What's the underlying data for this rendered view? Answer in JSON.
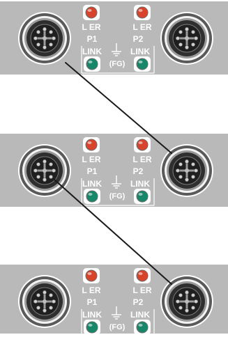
{
  "colors": {
    "panel": "#b9b9b9",
    "led_red": "#d8432c",
    "led_green": "#17876a",
    "connector_dark": "#2f2f2f",
    "cable": "#1a1a1a",
    "label": "#ffffff"
  },
  "icons": [
    "m12-connector-icon",
    "led-icon",
    "ground-icon",
    "cable-line"
  ],
  "modules": [
    {
      "led_er_label": "L ER",
      "led_er_label_right": "L ER",
      "port1_label": "P1",
      "port2_label": "P2",
      "link_label_left": "LINK",
      "link_label_right": "LINK",
      "fg_label": "(FG)"
    },
    {
      "led_er_label": "L ER",
      "led_er_label_right": "L ER",
      "port1_label": "P1",
      "port2_label": "P2",
      "link_label_left": "LINK",
      "link_label_right": "LINK",
      "fg_label": "(FG)"
    },
    {
      "led_er_label": "L ER",
      "led_er_label_right": "L ER",
      "port1_label": "P1",
      "port2_label": "P2",
      "link_label_left": "LINK",
      "link_label_right": "LINK",
      "fg_label": "(FG)"
    }
  ],
  "connections": [
    {
      "from": "module-1-port-1",
      "to": "module-2-port-2"
    },
    {
      "from": "module-2-port-1",
      "to": "module-3-port-2"
    }
  ]
}
